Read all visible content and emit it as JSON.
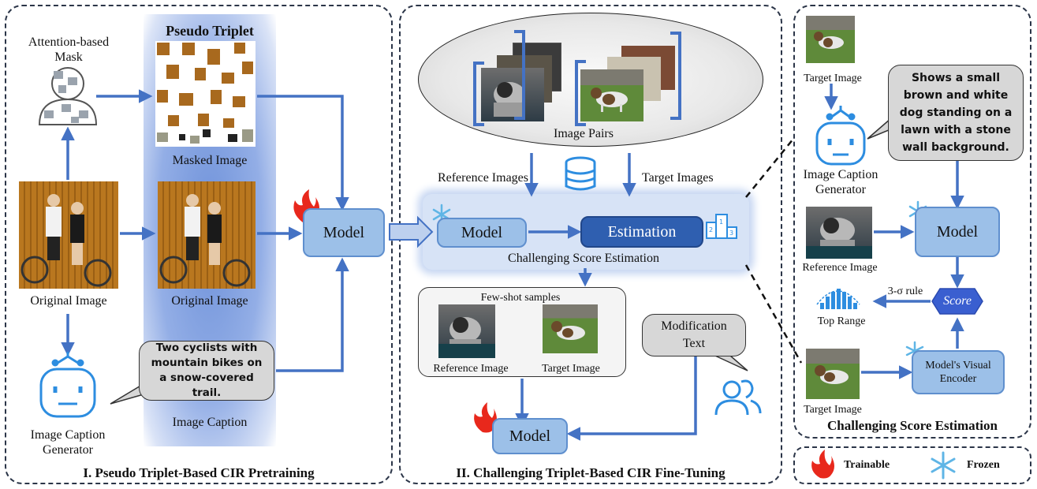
{
  "panels": {
    "pretraining": {
      "title": "I. Pseudo Triplet-Based CIR Pretraining",
      "mask_label": "Attention-based\nMask",
      "pseudo_triplet": "Pseudo Triplet",
      "masked_image": "Masked Image",
      "original_image_left": "Original Image",
      "original_image_center": "Original Image",
      "caption_generator": "Image Caption\nGenerator",
      "caption_text": "Two cyclists with mountain bikes on a snow-covered trail.",
      "image_caption": "Image  Caption",
      "model": "Model"
    },
    "finetuning": {
      "title": "II. Challenging Triplet-Based CIR Fine-Tuning",
      "image_pairs": "Image Pairs",
      "reference_images": "Reference Images",
      "target_images": "Target Images",
      "model_top": "Model",
      "estimation": "Estimation",
      "challenging_score_estimation": "Challenging Score Estimation",
      "few_shot_samples": "Few-shot samples",
      "reference_image": "Reference Image",
      "target_image": "Target Image",
      "modification_text": "Modification\nText",
      "model_bottom": "Model"
    },
    "estimation_detail": {
      "title": "Challenging Score Estimation",
      "target_image_top": "Target Image",
      "caption_text": "Shows a small brown and white dog standing on a lawn with a stone wall background.",
      "caption_generator": "Image Caption\nGenerator",
      "reference_image": "Reference Image",
      "model": "Model",
      "three_sigma": "3-σ rule",
      "score": "Score",
      "top_range": "Top Range",
      "visual_encoder": "Model's Visual\nEncoder",
      "target_image_bottom": "Target Image"
    },
    "legend": {
      "trainable": "Trainable",
      "frozen": "Frozen"
    }
  },
  "colors": {
    "arrow": "#4472c4",
    "model_fill": "#9cc0e8",
    "estimation_fill": "#2f5fb0",
    "flame": "#e8281c",
    "snow": "#5fb5e6",
    "glow": "#6d8fd6"
  },
  "icons": [
    "fire-icon",
    "snowflake-icon",
    "robot-icon",
    "database-icon",
    "podium-icon",
    "users-icon",
    "mask-icon",
    "histogram-icon"
  ]
}
